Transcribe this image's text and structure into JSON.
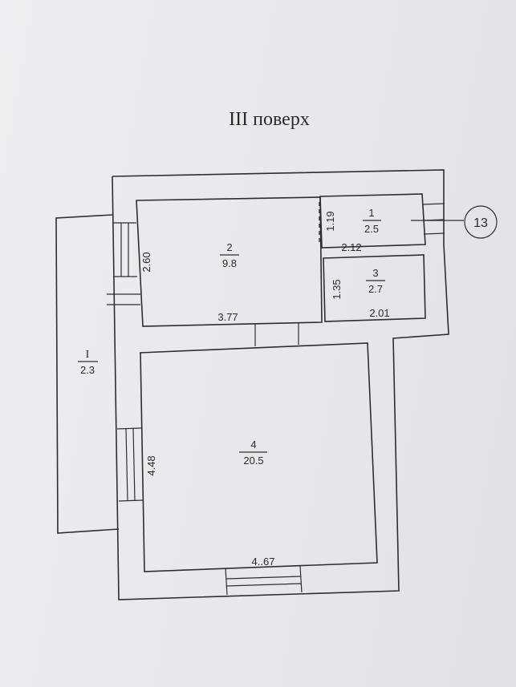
{
  "floor_title": "III поверх",
  "apartment_number": "13",
  "rooms": [
    {
      "number": "1",
      "area": "2.5"
    },
    {
      "number": "2",
      "area": "9.8"
    },
    {
      "number": "3",
      "area": "2.7"
    },
    {
      "number": "4",
      "area": "20.5"
    },
    {
      "number": "I",
      "area": "2.3"
    }
  ],
  "dimensions": {
    "room2_height": "2.60",
    "room2_width": "3.77",
    "room1_height": "1.19",
    "room1_width": "2.12",
    "room3_height": "1.35",
    "room3_width": "2.01",
    "room4_height": "4.48",
    "room4_width": "4..67"
  }
}
